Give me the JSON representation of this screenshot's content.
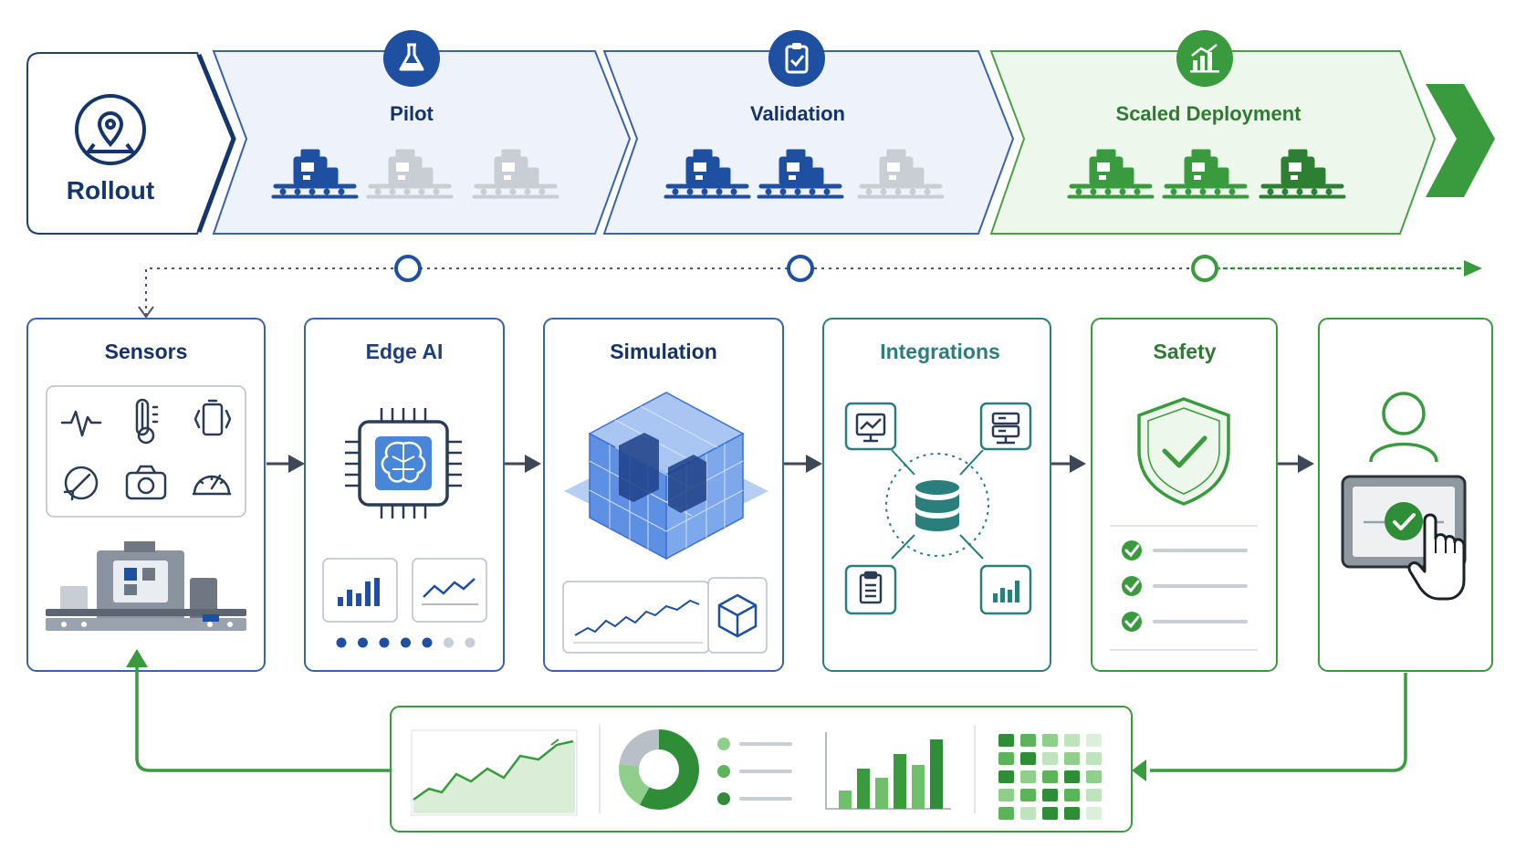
{
  "rollout": {
    "label": "Rollout",
    "icon": "map-pin-icon"
  },
  "stages": [
    {
      "label": "Pilot",
      "icon": "flask-icon",
      "active_units": 1,
      "total_units": 3
    },
    {
      "label": "Validation",
      "icon": "clipboard-check-icon",
      "active_units": 2,
      "total_units": 3
    },
    {
      "label": "Scaled Deployment",
      "icon": "growth-chart-icon",
      "active_units": 3,
      "total_units": 3
    }
  ],
  "cards": [
    {
      "label": "Sensors",
      "icons": [
        "heartbeat-icon",
        "thermometer-icon",
        "battery-icon",
        "rotation-sensor-icon",
        "camera-icon",
        "gauge-icon"
      ]
    },
    {
      "label": "Edge AI",
      "icons": [
        "ai-chip-icon",
        "bar-chart-icon",
        "line-chart-icon"
      ],
      "progress_dots": {
        "filled": 5,
        "total": 7
      }
    },
    {
      "label": "Simulation",
      "icons": [
        "digital-twin-cube-icon",
        "line-chart-icon",
        "cube-icon"
      ]
    },
    {
      "label": "Integrations",
      "icons": [
        "database-icon",
        "monitor-chart-icon",
        "server-icon",
        "clipboard-icon",
        "bar-chart-icon"
      ]
    },
    {
      "label": "Safety",
      "icons": [
        "shield-check-icon",
        "check-circle-icon"
      ],
      "checklist_items": 3
    },
    {
      "label": "",
      "icons": [
        "user-icon",
        "tablet-icon",
        "check-circle-icon",
        "pointer-hand-icon"
      ]
    }
  ],
  "dashboard": {
    "icons": [
      "area-chart-icon",
      "donut-chart-icon",
      "legend-list-icon",
      "bar-chart-icon",
      "heatmap-grid-icon"
    ]
  },
  "colors": {
    "navy": "#15356f",
    "blue": "#1f4fa0",
    "blue_fill": "#eef3fb",
    "green": "#3a9a3e",
    "green_fill": "#eef7ec",
    "teal": "#2a7f7c",
    "gray": "#9aa3ad"
  }
}
